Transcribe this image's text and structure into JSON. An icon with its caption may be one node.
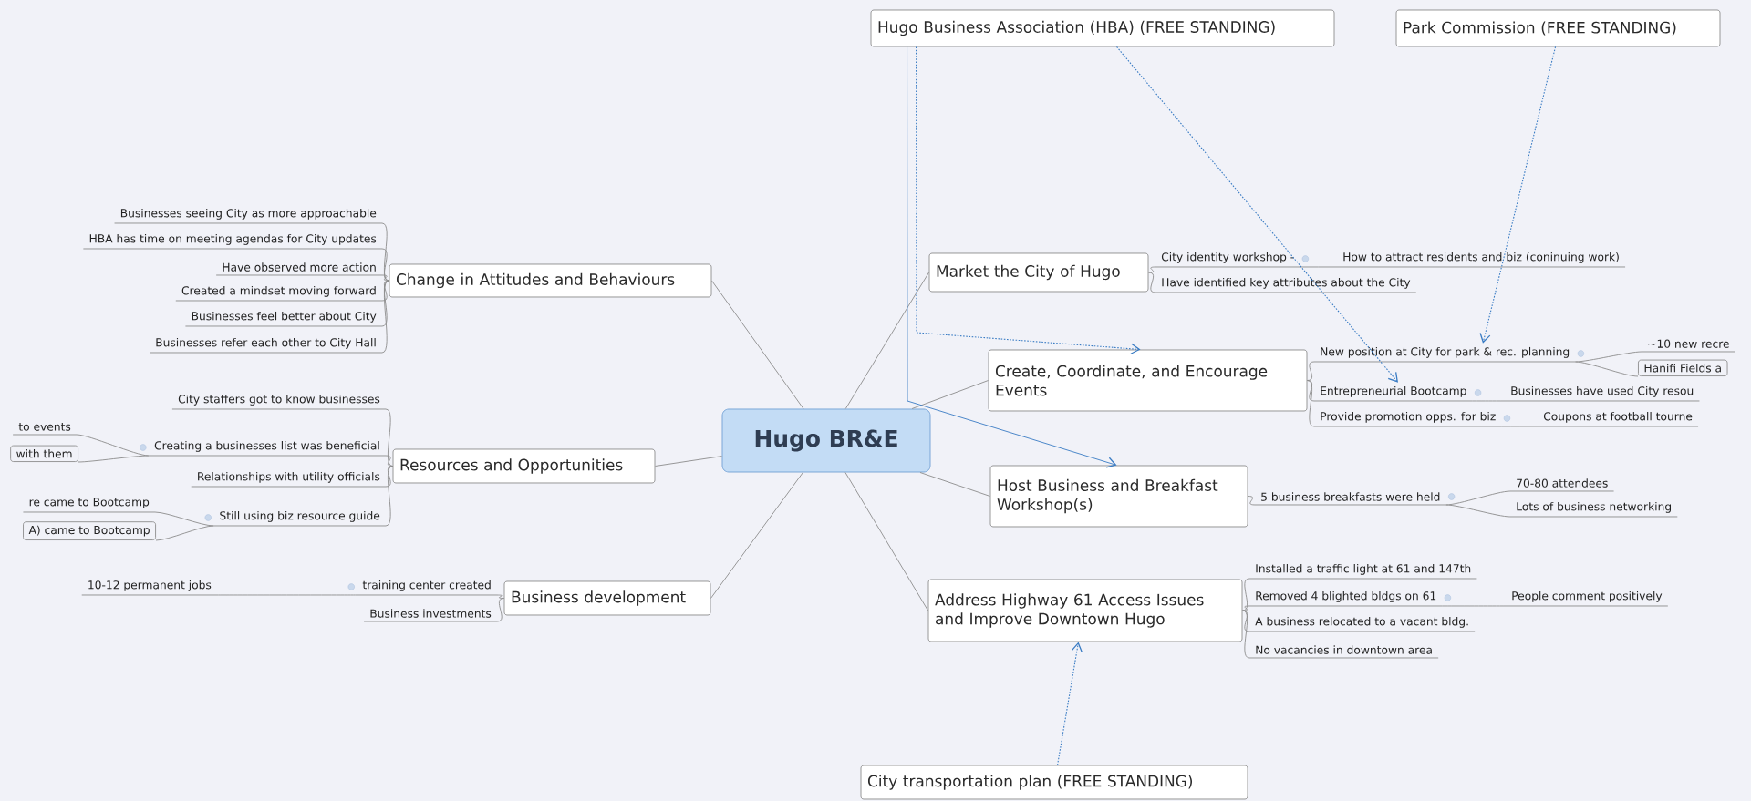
{
  "diagram": {
    "nodes": [
      {
        "text": [
          "Hugo BR&E"
        ]
      },
      {
        "text": [
          "Change in Attitudes and Behaviours"
        ]
      },
      {
        "text": [
          "Businesses seeing City as more approachable"
        ]
      },
      {
        "text": [
          "HBA has time on meeting agendas for City updates"
        ]
      },
      {
        "text": [
          "Have observed more action"
        ]
      },
      {
        "text": [
          "Created a mindset moving forward"
        ]
      },
      {
        "text": [
          "Businesses feel better about City"
        ]
      },
      {
        "text": [
          "Businesses refer each other to City Hall"
        ]
      },
      {
        "text": [
          "Resources and Opportunities"
        ]
      },
      {
        "text": [
          "City staffers got to know businesses"
        ]
      },
      {
        "text": [
          "Creating a businesses list was beneficial"
        ]
      },
      {
        "text": [
          "to events"
        ]
      },
      {
        "text": [
          "with them"
        ]
      },
      {
        "text": [
          "Relationships with utility officials"
        ]
      },
      {
        "text": [
          "Still using biz resource guide"
        ]
      },
      {
        "text": [
          "re came to Bootcamp"
        ]
      },
      {
        "text": [
          "A) came to Bootcamp"
        ]
      },
      {
        "text": [
          "Business development"
        ]
      },
      {
        "text": [
          "training center created"
        ]
      },
      {
        "text": [
          "10-12 permanent jobs"
        ]
      },
      {
        "text": [
          "Business investments"
        ]
      },
      {
        "text": [
          "Market the City of Hugo"
        ]
      },
      {
        "text": [
          "City identity workshop -"
        ]
      },
      {
        "text": [
          "How to attract residents and biz (coninuing work)"
        ]
      },
      {
        "text": [
          "Have identified key attributes about the City"
        ]
      },
      {
        "text": [
          "Create, Coordinate, and Encourage Events"
        ]
      },
      {
        "text": [
          "New position at City for park & rec. planning"
        ]
      },
      {
        "text": [
          "~10 new recre"
        ]
      },
      {
        "text": [
          "Hanifi Fields a"
        ]
      },
      {
        "text": [
          "Entrepreneurial Bootcamp"
        ]
      },
      {
        "text": [
          "Businesses have used City resou"
        ]
      },
      {
        "text": [
          "Provide promotion opps. for biz"
        ]
      },
      {
        "text": [
          "Coupons at football tourne"
        ]
      },
      {
        "text": [
          "Host Business and Breakfast Workshop(s)"
        ]
      },
      {
        "text": [
          "5 business breakfasts were held"
        ]
      },
      {
        "text": [
          "70-80 attendees"
        ]
      },
      {
        "text": [
          "Lots of business networking"
        ]
      },
      {
        "text": [
          "Address Highway 61 Access Issues and Improve Downtown Hugo"
        ]
      },
      {
        "text": [
          "Installed a traffic light at 61 and 147th"
        ]
      },
      {
        "text": [
          "Removed 4 blighted bldgs on 61"
        ]
      },
      {
        "text": [
          "People comment positively"
        ]
      },
      {
        "text": [
          "A business relocated to a vacant bldg."
        ]
      },
      {
        "text": [
          "No vacancies in downtown area"
        ]
      },
      {
        "text": [
          "Hugo Business Association (HBA) (FREE STANDING)"
        ]
      },
      {
        "text": [
          "Park Commission (FREE STANDING)"
        ]
      },
      {
        "text": [
          "City transportation plan (FREE STANDING)"
        ]
      }
    ],
    "edges": [
      {
        "from": 0,
        "to": 1,
        "arrow": "none"
      },
      {
        "from": 0,
        "to": 8,
        "arrow": "none"
      },
      {
        "from": 0,
        "to": 17,
        "arrow": "none"
      },
      {
        "from": 0,
        "to": 21,
        "arrow": "none"
      },
      {
        "from": 0,
        "to": 25,
        "arrow": "none"
      },
      {
        "from": 0,
        "to": 33,
        "arrow": "none"
      },
      {
        "from": 0,
        "to": 37,
        "arrow": "none"
      },
      {
        "from": 1,
        "to": 2,
        "arrow": "none"
      },
      {
        "from": 1,
        "to": 3,
        "arrow": "none"
      },
      {
        "from": 1,
        "to": 4,
        "arrow": "none"
      },
      {
        "from": 1,
        "to": 5,
        "arrow": "none"
      },
      {
        "from": 1,
        "to": 6,
        "arrow": "none"
      },
      {
        "from": 1,
        "to": 7,
        "arrow": "none"
      },
      {
        "from": 8,
        "to": 9,
        "arrow": "none"
      },
      {
        "from": 8,
        "to": 10,
        "arrow": "none"
      },
      {
        "from": 10,
        "to": 11,
        "arrow": "none"
      },
      {
        "from": 10,
        "to": 12,
        "arrow": "none"
      },
      {
        "from": 8,
        "to": 13,
        "arrow": "none"
      },
      {
        "from": 8,
        "to": 14,
        "arrow": "none"
      },
      {
        "from": 14,
        "to": 15,
        "arrow": "none"
      },
      {
        "from": 14,
        "to": 16,
        "arrow": "none"
      },
      {
        "from": 17,
        "to": 18,
        "arrow": "none"
      },
      {
        "from": 18,
        "to": 19,
        "arrow": "none"
      },
      {
        "from": 17,
        "to": 20,
        "arrow": "none"
      },
      {
        "from": 21,
        "to": 22,
        "arrow": "none"
      },
      {
        "from": 22,
        "to": 23,
        "arrow": "none"
      },
      {
        "from": 21,
        "to": 24,
        "arrow": "none"
      },
      {
        "from": 25,
        "to": 26,
        "arrow": "none"
      },
      {
        "from": 26,
        "to": 27,
        "arrow": "none"
      },
      {
        "from": 26,
        "to": 28,
        "arrow": "none"
      },
      {
        "from": 25,
        "to": 29,
        "arrow": "none"
      },
      {
        "from": 29,
        "to": 30,
        "arrow": "none"
      },
      {
        "from": 25,
        "to": 31,
        "arrow": "none"
      },
      {
        "from": 31,
        "to": 32,
        "arrow": "none"
      },
      {
        "from": 33,
        "to": 34,
        "arrow": "none"
      },
      {
        "from": 34,
        "to": 35,
        "arrow": "none"
      },
      {
        "from": 34,
        "to": 36,
        "arrow": "none"
      },
      {
        "from": 37,
        "to": 38,
        "arrow": "none"
      },
      {
        "from": 37,
        "to": 39,
        "arrow": "none"
      },
      {
        "from": 39,
        "to": 40,
        "arrow": "none"
      },
      {
        "from": 37,
        "to": 41,
        "arrow": "none"
      },
      {
        "from": 37,
        "to": 42,
        "arrow": "none"
      },
      {
        "from": 43,
        "to": 25,
        "arrow": "to",
        "style": "dashed",
        "color": "#3a7cc4"
      },
      {
        "from": 43,
        "to": 33,
        "arrow": "to",
        "color": "#3a7cc4"
      },
      {
        "from": 43,
        "to": 29,
        "arrow": "to",
        "style": "dashed",
        "color": "#3a7cc4"
      },
      {
        "from": 44,
        "to": 26,
        "arrow": "to",
        "style": "dashed",
        "color": "#3a7cc4"
      },
      {
        "from": 45,
        "to": 37,
        "arrow": "to",
        "style": "dashed",
        "color": "#3a7cc4"
      }
    ]
  }
}
